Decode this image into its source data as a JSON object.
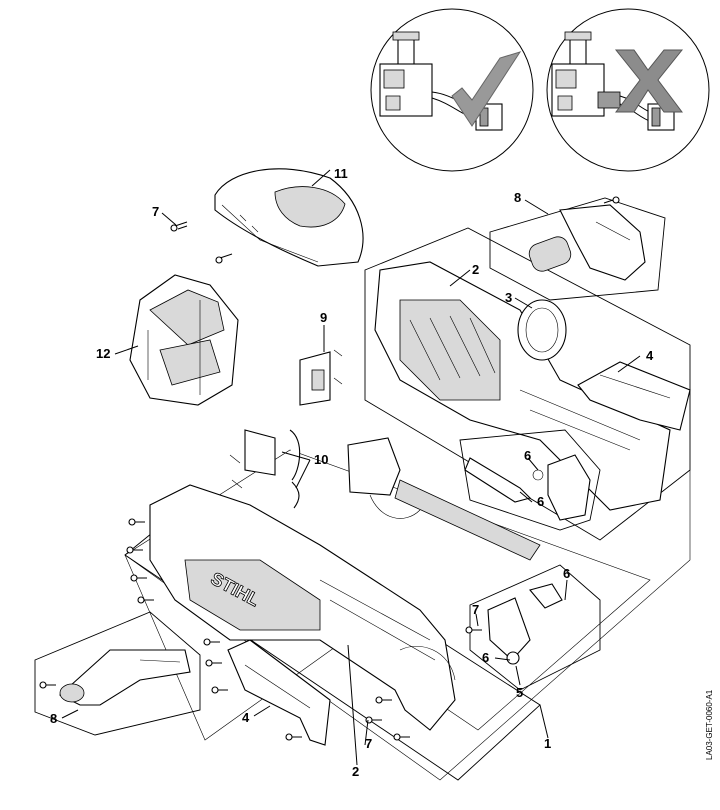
{
  "colors": {
    "line": "#000000",
    "part_fill": "#ffffff",
    "part_shade": "#d9d9d9",
    "part_dark": "#9a9a9a",
    "check_mark": "#999999",
    "cross_mark": "#8c8c8c"
  },
  "icons": {
    "correct_indicator": "check-mark-icon",
    "incorrect_indicator": "cross-mark-icon"
  },
  "callouts": {
    "c1": "1",
    "c2_top": "2",
    "c2_bottom": "2",
    "c3": "3",
    "c4_right": "4",
    "c4_bottom": "4",
    "c5": "5",
    "c6_a": "6",
    "c6_b": "6",
    "c6_c": "6",
    "c6_d": "6",
    "c7_top": "7",
    "c7_mid": "7",
    "c7_bottom": "7",
    "c8_top": "8",
    "c8_bottom": "8",
    "c9": "9",
    "c10": "10",
    "c11": "11",
    "c12": "12"
  },
  "housing_brand": "STIHL",
  "document_id": "LA03-GET-0060-A1"
}
